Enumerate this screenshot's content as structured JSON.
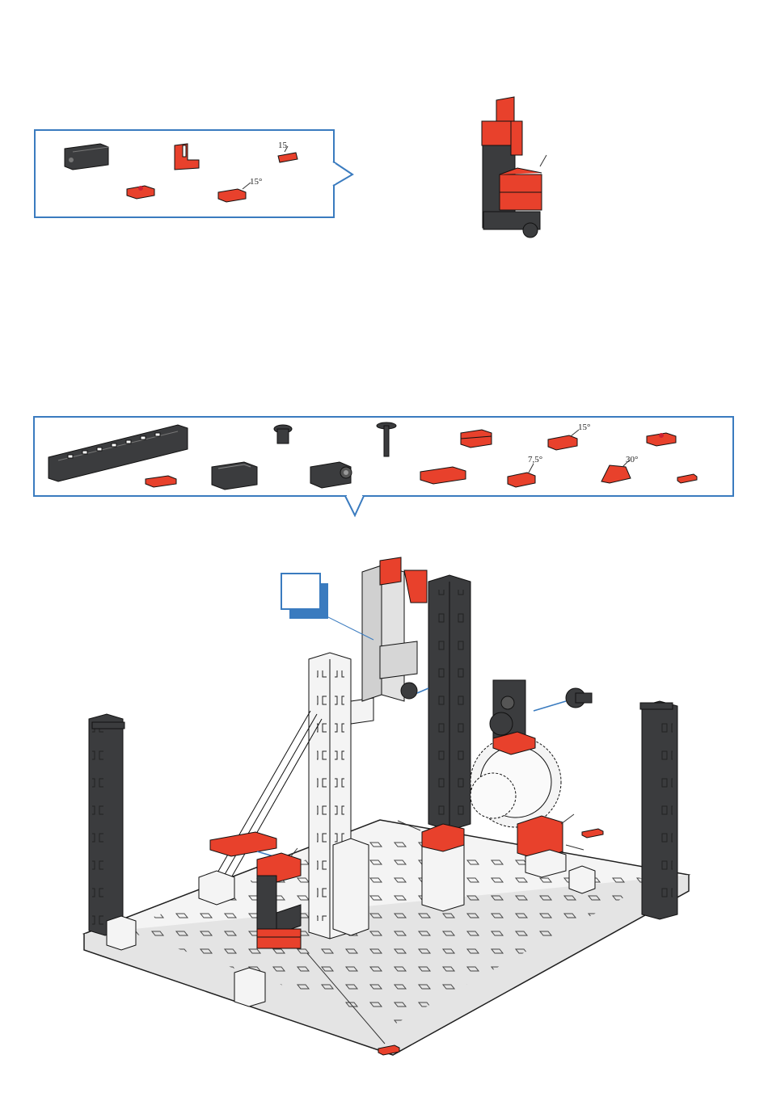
{
  "colors": {
    "accent_blue": "#3a7bbf",
    "part_red": "#e8412c",
    "part_dark": "#3b3c3e",
    "part_white": "#f4f4f4",
    "outline": "#1e1e1e"
  },
  "parts_box_1": {
    "labels": {
      "angle_15_a": "15",
      "angle_15_b": "15°"
    }
  },
  "parts_box_2": {
    "labels": {
      "angle_15": "15°",
      "angle_7_5": "7,5°",
      "angle_30": "30°"
    }
  },
  "icons": [
    "blue-step-marker-icon"
  ]
}
